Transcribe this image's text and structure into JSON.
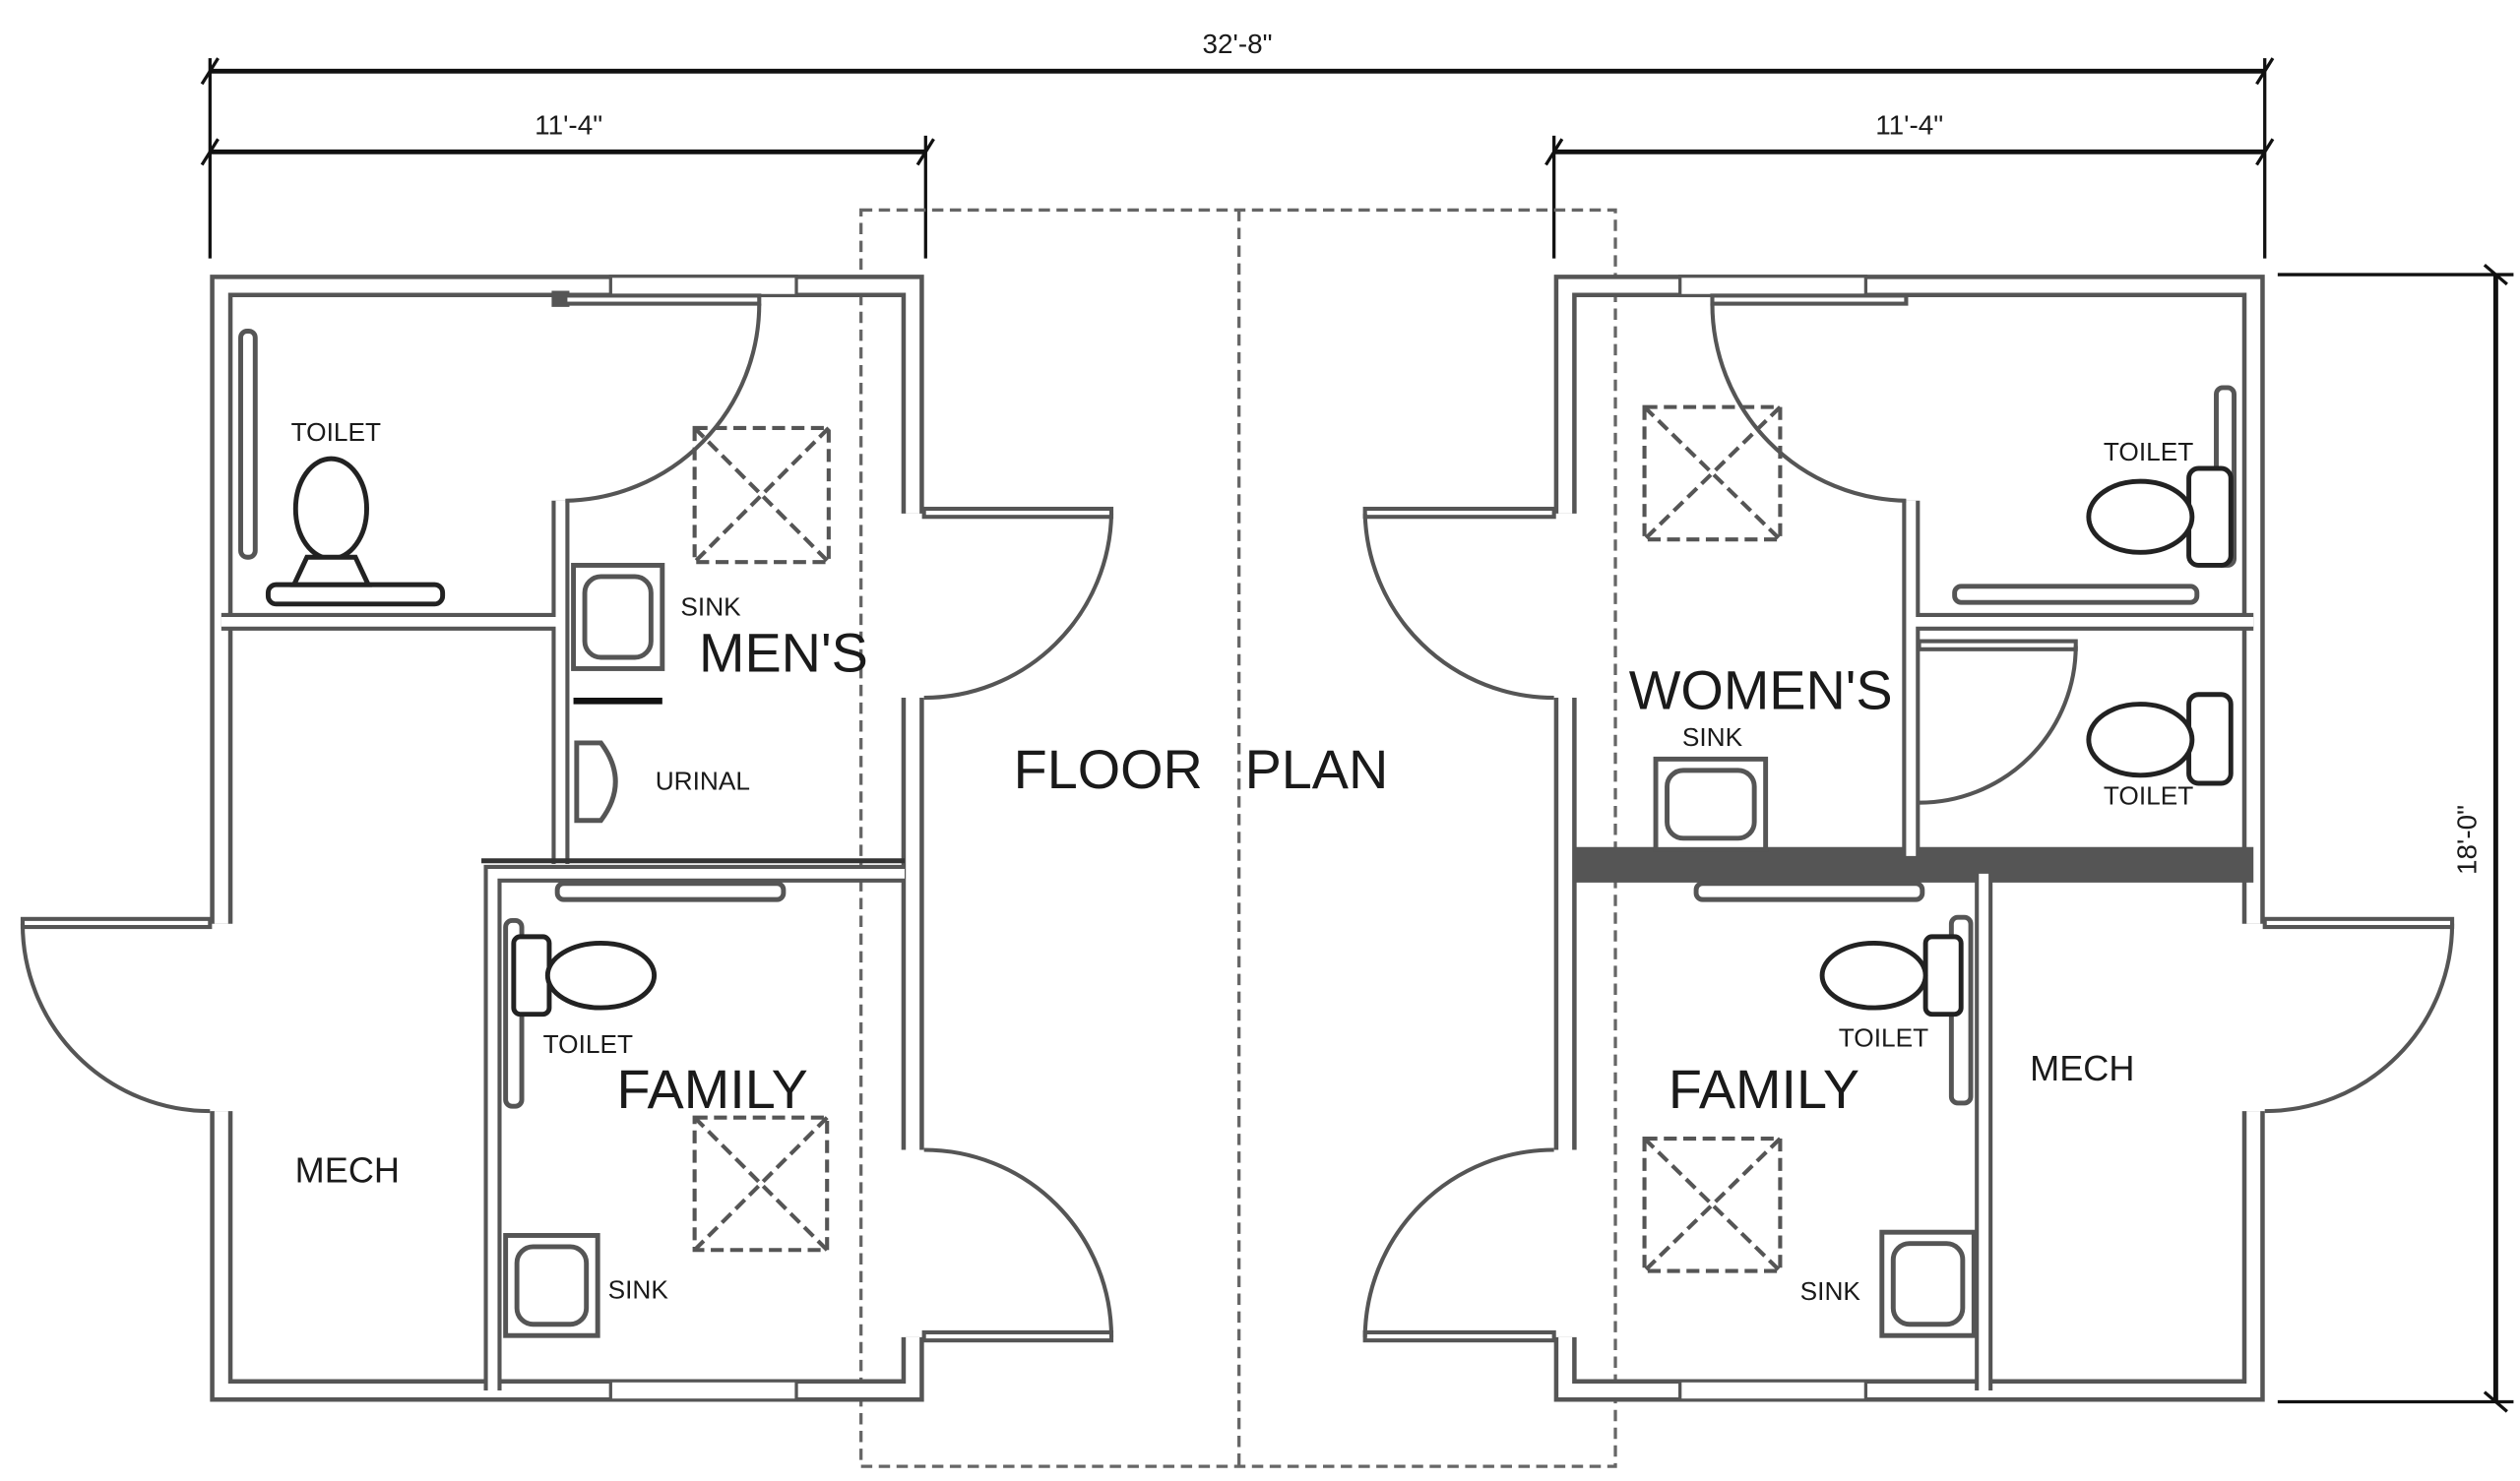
{
  "title": [
    "FLOOR",
    "PLAN"
  ],
  "dimensions": {
    "overall_width": "32'-8\"",
    "left_width": "11'-4\"",
    "right_width": "11'-4\"",
    "depth": "18'-0\""
  },
  "left_building": {
    "mens": {
      "label": "MEN'S",
      "toilet": "TOILET",
      "sink": "SINK",
      "urinal": "URINAL"
    },
    "family": {
      "label": "FAMILY",
      "toilet": "TOILET",
      "sink": "SINK"
    },
    "mech": "MECH"
  },
  "right_building": {
    "womens": {
      "label": "WOMEN'S",
      "toilet_1": "TOILET",
      "toilet_2": "TOILET",
      "sink": "SINK"
    },
    "family": {
      "label": "FAMILY",
      "toilet": "TOILET",
      "sink": "SINK"
    },
    "mech": "MECH"
  },
  "colors": {
    "wall": "#555555",
    "text": "#1a1a1a"
  }
}
